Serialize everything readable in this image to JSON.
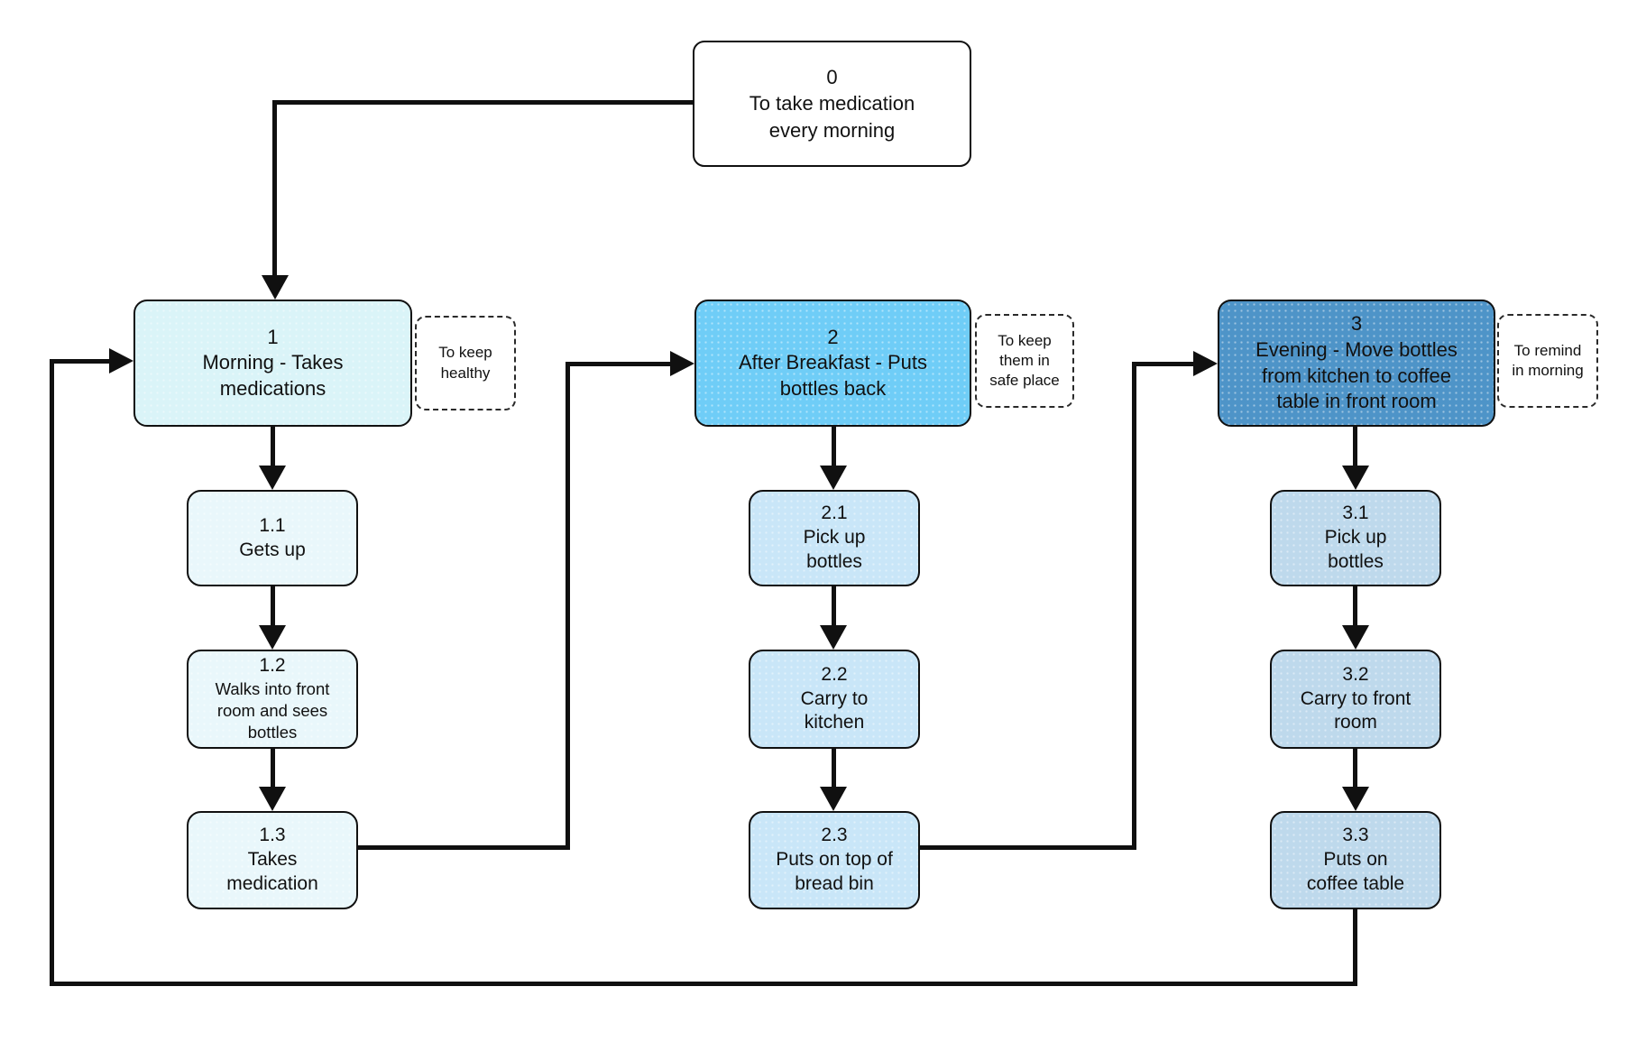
{
  "diagram_type": "hierarchical-task-analysis-flowchart",
  "colors": {
    "background": "#ffffff",
    "connector": "#101010",
    "box_border": "#101010",
    "note_border": "#2a2a2a",
    "root_fill": "#ffffff"
  },
  "root": {
    "id": "0",
    "label": "To take medication\nevery morning"
  },
  "tasks": [
    {
      "id": "1",
      "label": "Morning - Takes\nmedications",
      "note": "To keep\nhealthy",
      "color": "#daf4f8",
      "subtask_color": "#e9f7fb",
      "subtasks": [
        {
          "id": "1.1",
          "label": "Gets up"
        },
        {
          "id": "1.2",
          "label": "Walks into front\nroom and sees\nbottles"
        },
        {
          "id": "1.3",
          "label": "Takes\nmedication"
        }
      ]
    },
    {
      "id": "2",
      "label": "After Breakfast - Puts\nbottles back",
      "note": "To keep\nthem in\nsafe place",
      "color": "#6fcdf7",
      "subtask_color": "#c9e6f8",
      "subtasks": [
        {
          "id": "2.1",
          "label": "Pick up\nbottles"
        },
        {
          "id": "2.2",
          "label": "Carry to\nkitchen"
        },
        {
          "id": "2.3",
          "label": "Puts on top of\nbread bin"
        }
      ]
    },
    {
      "id": "3",
      "label": "Evening - Move bottles\nfrom kitchen to coffee\ntable in front room",
      "note": "To remind\nin morning",
      "color": "#4e94c8",
      "subtask_color": "#bed9ec",
      "subtasks": [
        {
          "id": "3.1",
          "label": "Pick up\nbottles"
        },
        {
          "id": "3.2",
          "label": "Carry to front\nroom"
        },
        {
          "id": "3.3",
          "label": "Puts on\ncoffee table"
        }
      ]
    }
  ]
}
